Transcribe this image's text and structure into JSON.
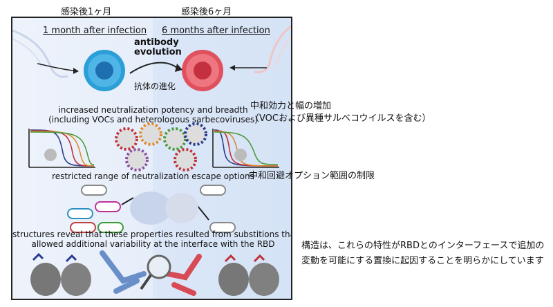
{
  "header": {
    "left_jp": "感染後1ヶ月",
    "right_jp": "感染後6ヶ月"
  },
  "panel": {
    "left_title": "1 month after infection",
    "right_title": "6 months after infection",
    "evolution_en_line1": "antibody",
    "evolution_en_line2": "evolution",
    "evolution_jp": "抗体の進化",
    "finding1_line1": "increased neutralization potency and breadth",
    "finding1_line2": "(including VOCs and heterologous sarbecoviruses)",
    "finding2": "restricted range of neutralization escape options",
    "finding3_line1": "structures reveal that these properties resulted from substitions that",
    "finding3_line2": "allowed additional variability at the interface with the RBD"
  },
  "side_notes": {
    "finding1_jp_line1": "中和効力と幅の増加",
    "finding1_jp_line2": "（VOCおよび異種サルベコウイルスを含む）",
    "finding2_jp": "中和回避オプション範囲の制限",
    "finding3_jp_line1": "構造は、これらの特性がRBDとのインターフェースで追加の",
    "finding3_jp_line2": "変動を可能にする置換に起因することを明らかにしています"
  },
  "colors": {
    "blue_cell": "#2a9fd8",
    "red_cell": "#e0505d",
    "antibody_blue": "#3b5998",
    "antibody_red": "#c0303a"
  }
}
